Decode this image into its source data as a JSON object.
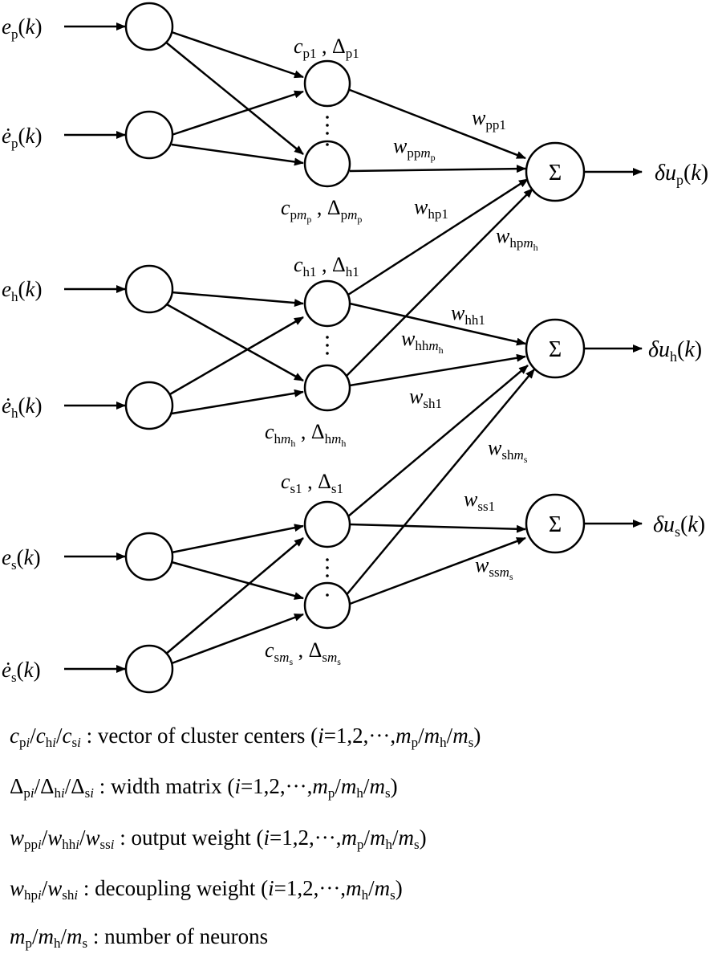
{
  "inputs": [
    {
      "id": "ep",
      "label": "e_p(k)",
      "dot": false
    },
    {
      "id": "epd",
      "label": "ė_p(k)",
      "dot": true
    },
    {
      "id": "eh",
      "label": "e_h(k)",
      "dot": false
    },
    {
      "id": "ehd",
      "label": "ė_h(k)",
      "dot": true
    },
    {
      "id": "es",
      "label": "e_s(k)",
      "dot": false
    },
    {
      "id": "esd",
      "label": "ė_s(k)",
      "dot": true
    }
  ],
  "hidden_labels": {
    "p_top": "c_p1, Δ_p1",
    "p_bottom": "c_pm_p, Δ_pm_p",
    "h_top": "c_h1, Δ_h1",
    "h_bottom": "c_hm_h, Δ_hm_h",
    "s_top": "c_s1, Δ_s1",
    "s_bottom": "c_sm_s, Δ_sm_s"
  },
  "weights": {
    "w_pp1": "w_pp1",
    "w_ppmp": "w_ppm_p",
    "w_hp1": "w_hp1",
    "w_hpmh": "w_hpm_h",
    "w_hh1": "w_hh1",
    "w_hhmh": "w_hhm_h",
    "w_sh1": "w_sh1",
    "w_shms": "w_shm_s",
    "w_ss1": "w_ss1",
    "w_ssms": "w_ssm_s"
  },
  "sum_symbol": "Σ",
  "outputs": [
    {
      "id": "dup",
      "label": "δu_p(k)"
    },
    {
      "id": "duh",
      "label": "δu_h(k)"
    },
    {
      "id": "dus",
      "label": "δu_s(k)"
    }
  ],
  "legend": [
    {
      "id": "centers",
      "text": "c_pi/c_hi/c_si : vector of cluster centers (i=1,2,···,m_p/m_h/m_s)"
    },
    {
      "id": "width",
      "text": "Δ_pi/Δ_hi/Δ_si : width matrix  (i=1,2,···,m_p/m_h/m_s)"
    },
    {
      "id": "output",
      "text": "w_ppi/w_hhi/w_ssi : output weight (i=1,2,···,m_p/m_h/m_s)"
    },
    {
      "id": "decoup",
      "text": "w_hpi/w_shi : decoupling weight (i=1,2,···,m_h/m_s)"
    },
    {
      "id": "neurons",
      "text": "m_p/m_h/m_s : number of neurons"
    }
  ],
  "legend_parts": {
    "centers_desc": ": vector of cluster centers (",
    "width_desc": ": width matrix  (",
    "output_desc": ": output weight (",
    "decoup_desc": ": decoupling weight (",
    "neurons_desc": ": number of neurons",
    "range_open": "=1,2,···,",
    "close": ")"
  }
}
